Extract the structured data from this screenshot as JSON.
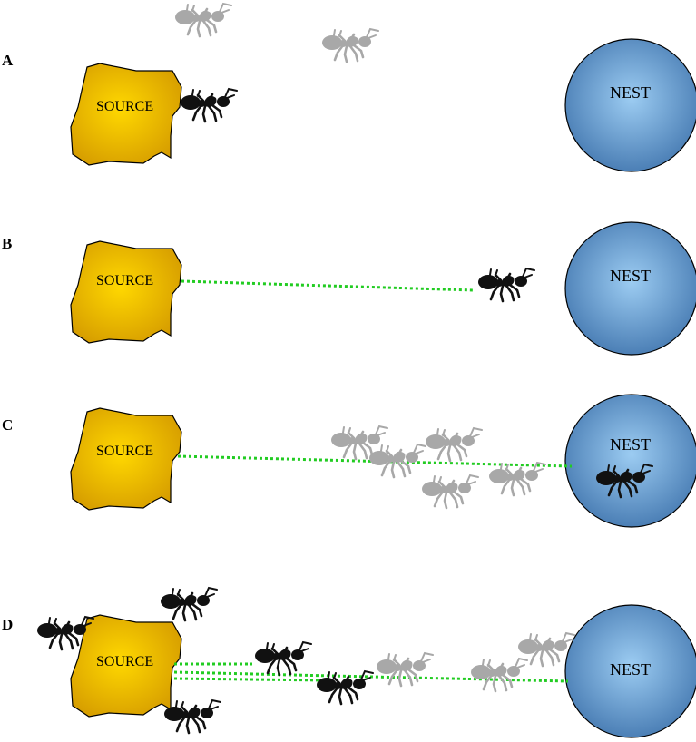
{
  "panels": [
    {
      "letter": "A",
      "source_label": "SOURCE",
      "nest_label": "NEST",
      "ants": [
        {
          "state": "idle",
          "count": 2
        },
        {
          "state": "active",
          "count": 1
        }
      ],
      "trails": 0
    },
    {
      "letter": "B",
      "source_label": "SOURCE",
      "nest_label": "NEST",
      "ants": [
        {
          "state": "active",
          "count": 1
        }
      ],
      "trails": 1
    },
    {
      "letter": "C",
      "source_label": "SOURCE",
      "nest_label": "NEST",
      "ants": [
        {
          "state": "idle",
          "count": 5
        },
        {
          "state": "active",
          "count": 1
        }
      ],
      "trails": 1
    },
    {
      "letter": "D",
      "source_label": "SOURCE",
      "nest_label": "NEST",
      "ants": [
        {
          "state": "active",
          "count": 5
        },
        {
          "state": "idle",
          "count": 3
        }
      ],
      "trails": 3
    }
  ],
  "colors": {
    "source_fill": "#e8b000",
    "source_highlight": "#ffd800",
    "nest_fill": "#4f86bd",
    "nest_highlight": "#8fc0ec",
    "trail": "#22cc22",
    "ant_active": "#111111",
    "ant_idle": "#a8a8a8"
  }
}
